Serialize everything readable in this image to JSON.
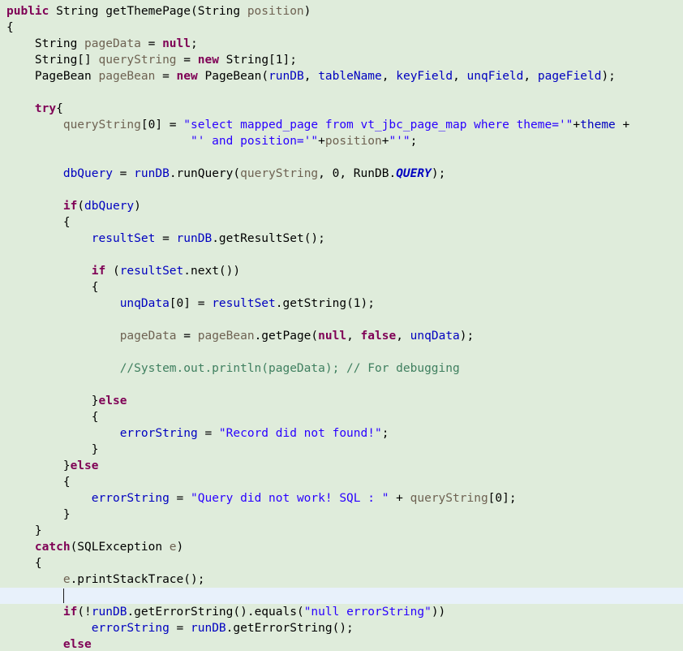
{
  "editor": {
    "language": "java",
    "background_color": "#dfecdb",
    "plain_text_color": "#000000",
    "current_line": {
      "index": 36,
      "highlight_color": "#e8f1fb",
      "cursor_column": 8,
      "cursor_color": "#1a1a1a"
    },
    "token_styles": {
      "keyword": {
        "color": "#7f0055",
        "bold": true,
        "italic": false
      },
      "string": {
        "color": "#2a00ff",
        "bold": false,
        "italic": false
      },
      "field": {
        "color": "#0000c0",
        "bold": false,
        "italic": false
      },
      "static_field": {
        "color": "#0000c0",
        "bold": true,
        "italic": true
      },
      "local": {
        "color": "#6e6252",
        "bold": false,
        "italic": false
      },
      "comment": {
        "color": "#3f7f5f",
        "bold": false,
        "italic": false
      },
      "plain": {
        "color": "#000000",
        "bold": false,
        "italic": false
      }
    },
    "lines": [
      [
        [
          "keyword",
          "public"
        ],
        [
          "plain",
          " String getThemePage(String "
        ],
        [
          "local",
          "position"
        ],
        [
          "plain",
          ")"
        ]
      ],
      [
        [
          "plain",
          "{"
        ]
      ],
      [
        [
          "plain",
          "    String "
        ],
        [
          "local",
          "pageData"
        ],
        [
          "plain",
          " = "
        ],
        [
          "keyword",
          "null"
        ],
        [
          "plain",
          ";"
        ]
      ],
      [
        [
          "plain",
          "    String[] "
        ],
        [
          "local",
          "queryString"
        ],
        [
          "plain",
          " = "
        ],
        [
          "keyword",
          "new"
        ],
        [
          "plain",
          " String[1];"
        ]
      ],
      [
        [
          "plain",
          "    PageBean "
        ],
        [
          "local",
          "pageBean"
        ],
        [
          "plain",
          " = "
        ],
        [
          "keyword",
          "new"
        ],
        [
          "plain",
          " PageBean("
        ],
        [
          "field",
          "runDB"
        ],
        [
          "plain",
          ", "
        ],
        [
          "field",
          "tableName"
        ],
        [
          "plain",
          ", "
        ],
        [
          "field",
          "keyField"
        ],
        [
          "plain",
          ", "
        ],
        [
          "field",
          "unqField"
        ],
        [
          "plain",
          ", "
        ],
        [
          "field",
          "pageField"
        ],
        [
          "plain",
          ");"
        ]
      ],
      [],
      [
        [
          "plain",
          "    "
        ],
        [
          "keyword",
          "try"
        ],
        [
          "plain",
          "{"
        ]
      ],
      [
        [
          "plain",
          "        "
        ],
        [
          "local",
          "queryString"
        ],
        [
          "plain",
          "[0] = "
        ],
        [
          "string",
          "\"select mapped_page from vt_jbc_page_map where theme='\""
        ],
        [
          "plain",
          "+"
        ],
        [
          "field",
          "theme"
        ],
        [
          "plain",
          " +"
        ]
      ],
      [
        [
          "plain",
          "                          "
        ],
        [
          "string",
          "\"' and position='\""
        ],
        [
          "plain",
          "+"
        ],
        [
          "local",
          "position"
        ],
        [
          "plain",
          "+"
        ],
        [
          "string",
          "\"'\""
        ],
        [
          "plain",
          ";"
        ]
      ],
      [],
      [
        [
          "plain",
          "        "
        ],
        [
          "field",
          "dbQuery"
        ],
        [
          "plain",
          " = "
        ],
        [
          "field",
          "runDB"
        ],
        [
          "plain",
          ".runQuery("
        ],
        [
          "local",
          "queryString"
        ],
        [
          "plain",
          ", 0, RunDB."
        ],
        [
          "static_field",
          "QUERY"
        ],
        [
          "plain",
          ");"
        ]
      ],
      [],
      [
        [
          "plain",
          "        "
        ],
        [
          "keyword",
          "if"
        ],
        [
          "plain",
          "("
        ],
        [
          "field",
          "dbQuery"
        ],
        [
          "plain",
          ")"
        ]
      ],
      [
        [
          "plain",
          "        {"
        ]
      ],
      [
        [
          "plain",
          "            "
        ],
        [
          "field",
          "resultSet"
        ],
        [
          "plain",
          " = "
        ],
        [
          "field",
          "runDB"
        ],
        [
          "plain",
          ".getResultSet();"
        ]
      ],
      [],
      [
        [
          "plain",
          "            "
        ],
        [
          "keyword",
          "if"
        ],
        [
          "plain",
          " ("
        ],
        [
          "field",
          "resultSet"
        ],
        [
          "plain",
          ".next())"
        ]
      ],
      [
        [
          "plain",
          "            {"
        ]
      ],
      [
        [
          "plain",
          "                "
        ],
        [
          "field",
          "unqData"
        ],
        [
          "plain",
          "[0] = "
        ],
        [
          "field",
          "resultSet"
        ],
        [
          "plain",
          ".getString(1);"
        ]
      ],
      [],
      [
        [
          "plain",
          "                "
        ],
        [
          "local",
          "pageData"
        ],
        [
          "plain",
          " = "
        ],
        [
          "local",
          "pageBean"
        ],
        [
          "plain",
          ".getPage("
        ],
        [
          "keyword",
          "null"
        ],
        [
          "plain",
          ", "
        ],
        [
          "keyword",
          "false"
        ],
        [
          "plain",
          ", "
        ],
        [
          "field",
          "unqData"
        ],
        [
          "plain",
          ");"
        ]
      ],
      [],
      [
        [
          "plain",
          "                "
        ],
        [
          "comment",
          "//System.out.println(pageData); // For debugging"
        ]
      ],
      [],
      [
        [
          "plain",
          "            }"
        ],
        [
          "keyword",
          "else"
        ]
      ],
      [
        [
          "plain",
          "            {"
        ]
      ],
      [
        [
          "plain",
          "                "
        ],
        [
          "field",
          "errorString"
        ],
        [
          "plain",
          " = "
        ],
        [
          "string",
          "\"Record did not found!\""
        ],
        [
          "plain",
          ";"
        ]
      ],
      [
        [
          "plain",
          "            }"
        ]
      ],
      [
        [
          "plain",
          "        }"
        ],
        [
          "keyword",
          "else"
        ]
      ],
      [
        [
          "plain",
          "        {"
        ]
      ],
      [
        [
          "plain",
          "            "
        ],
        [
          "field",
          "errorString"
        ],
        [
          "plain",
          " = "
        ],
        [
          "string",
          "\"Query did not work! SQL : \""
        ],
        [
          "plain",
          " + "
        ],
        [
          "local",
          "queryString"
        ],
        [
          "plain",
          "[0];"
        ]
      ],
      [
        [
          "plain",
          "        }"
        ]
      ],
      [
        [
          "plain",
          "    }"
        ]
      ],
      [
        [
          "plain",
          "    "
        ],
        [
          "keyword",
          "catch"
        ],
        [
          "plain",
          "(SQLException "
        ],
        [
          "local",
          "e"
        ],
        [
          "plain",
          ")"
        ]
      ],
      [
        [
          "plain",
          "    {"
        ]
      ],
      [
        [
          "plain",
          "        "
        ],
        [
          "local",
          "e"
        ],
        [
          "plain",
          ".printStackTrace();"
        ]
      ],
      [],
      [
        [
          "plain",
          "        "
        ],
        [
          "keyword",
          "if"
        ],
        [
          "plain",
          "(!"
        ],
        [
          "field",
          "runDB"
        ],
        [
          "plain",
          ".getErrorString().equals("
        ],
        [
          "string",
          "\"null errorString\""
        ],
        [
          "plain",
          "))"
        ]
      ],
      [
        [
          "plain",
          "            "
        ],
        [
          "field",
          "errorString"
        ],
        [
          "plain",
          " = "
        ],
        [
          "field",
          "runDB"
        ],
        [
          "plain",
          ".getErrorString();"
        ]
      ],
      [
        [
          "plain",
          "        "
        ],
        [
          "keyword",
          "else"
        ]
      ]
    ]
  }
}
